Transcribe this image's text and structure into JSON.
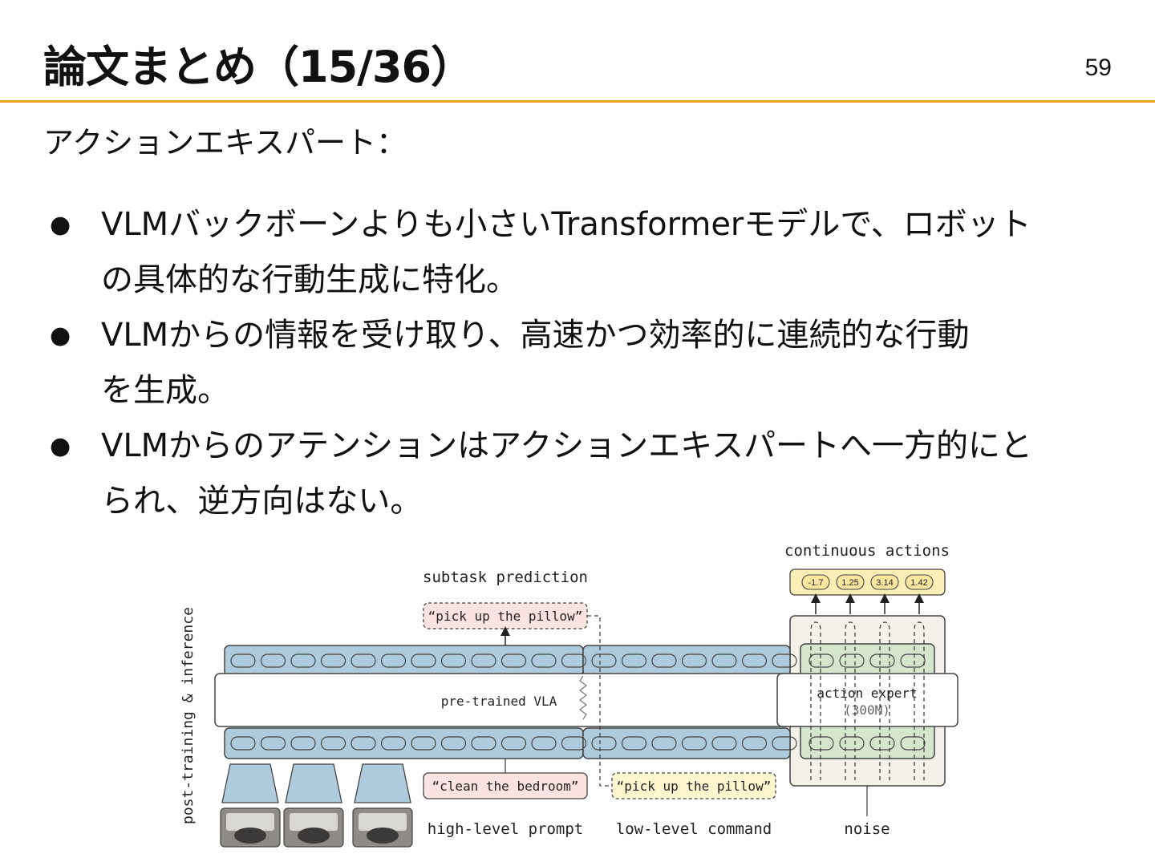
{
  "slide": {
    "title": "論文まとめ（15/36）",
    "page_number": "59",
    "subtitle": "アクションエキスパート：",
    "bullets": [
      {
        "line1": "VLMバックボーンよりも小さいTransformerモデルで、ロボット",
        "line2": "の具体的な行動生成に特化。"
      },
      {
        "line1": "VLMからの情報を受け取り、高速かつ効率的に連続的な行動",
        "line2": "を生成。"
      },
      {
        "line1": "VLMからのアテンションはアクションエキスパートへ一方的にと",
        "line2": "られ、逆方向はない。"
      }
    ]
  },
  "figure": {
    "side_label": "post-training & inference",
    "subtask_label": "subtask prediction",
    "subtask_output": "“pick up the pillow”",
    "vla_label": "pre-trained VLA",
    "expert_label": "action expert",
    "expert_size": "(300M)",
    "continuous_label": "continuous actions",
    "action_values": [
      "-1.7",
      "1.25",
      "3.14",
      "1.42"
    ],
    "high_prompt_text": "“clean the bedroom”",
    "low_command_text": "“pick up the pillow”",
    "high_prompt_label": "high-level prompt",
    "low_command_label": "low-level command",
    "noise_label": "noise",
    "colors": {
      "accent_rule": "#f0a020",
      "token_blue": "#aecbdd",
      "expert_green": "#d6e6cc",
      "action_yellow": "#fbefb8",
      "prompt_pink": "#fbe3e1",
      "command_yellow": "#fdf6cf"
    }
  }
}
